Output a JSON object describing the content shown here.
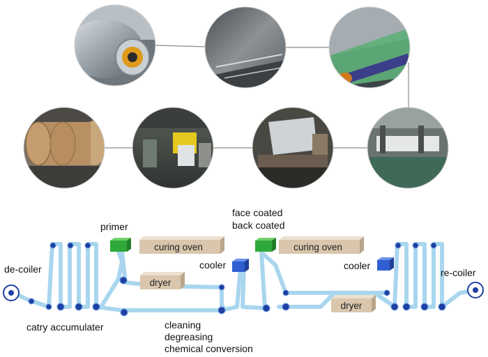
{
  "photos": {
    "row1": [
      "coil-photo",
      "sheet-photo",
      "coating-roller-photo"
    ],
    "row2": [
      "wrapped-coils-photo",
      "factory-floor-photo",
      "coating-machine-photo",
      "production-line-photo"
    ]
  },
  "labels": {
    "de_coiler": "de-coiler",
    "catry_accumulater": "catry accumulater",
    "primer": "primer",
    "curing_oven_1": "curing oven",
    "dryer_1": "dryer",
    "cooler_1": "cooler",
    "face_coated": "face coated",
    "back_coated": "back coated",
    "curing_oven_2": "curing oven",
    "cooler_2": "cooler",
    "dryer_2": "dryer",
    "re_coiler": "re-coiler",
    "cleaning": "cleaning",
    "degreasing": "degreasing",
    "chemical_conversion": "chemical conversion"
  },
  "colors": {
    "strip": "#a9d6ee",
    "roller": "#1f3fa3",
    "primer_green": "#2fa83a",
    "cooler_blue": "#2f5fd0",
    "oven_tan": "#d9c6ad",
    "connector": "#8a8a8a"
  }
}
